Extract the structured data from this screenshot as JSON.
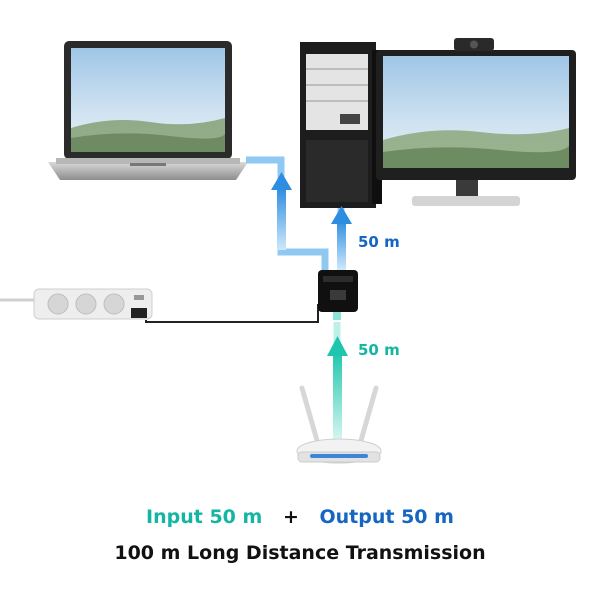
{
  "colors": {
    "input": "#14b5a3",
    "output": "#1566c0",
    "cable_blue": "#4aa8ec",
    "cable_teal": "#3fd6c0",
    "headline": "#111111"
  },
  "distances": {
    "upper": "50 m",
    "lower": "50 m"
  },
  "caption": {
    "input": "Input 50 m",
    "plus": "+",
    "output": "Output 50 m",
    "headline": "100 m Long Distance Transmission"
  },
  "icons": [
    "laptop-icon",
    "pc-tower-icon",
    "monitor-icon",
    "webcam-icon",
    "power-strip-icon",
    "poe-splitter-icon",
    "router-icon"
  ]
}
